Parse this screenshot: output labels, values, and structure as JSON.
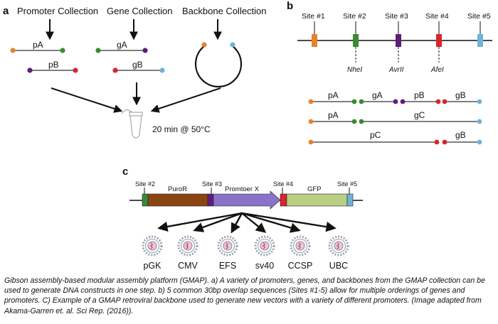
{
  "panel_a": {
    "letter": "a",
    "collections": [
      "Promoter Collection",
      "Gene Collection",
      "Backbone Collection"
    ],
    "parts": [
      "pA",
      "pB",
      "gA",
      "gB"
    ],
    "reaction": "20 min @ 50°C"
  },
  "panel_b": {
    "letter": "b",
    "sites": [
      "Site #1",
      "Site #2",
      "Site #3",
      "Site #4",
      "Site #5"
    ],
    "enzymes": [
      "NheI",
      "AvrII",
      "AfeI"
    ],
    "assemblies": [
      [
        "pA",
        "gA",
        "pB",
        "gB"
      ],
      [
        "pA",
        "gC"
      ],
      [
        "pC",
        "gB"
      ]
    ]
  },
  "panel_c": {
    "letter": "c",
    "sites": [
      "Site #2",
      "Site #3",
      "Site #4",
      "Site #5"
    ],
    "segments": [
      "PuroR",
      "Promtoer X",
      "GFP"
    ],
    "viruses": [
      "pGK",
      "CMV",
      "EFS",
      "sv40",
      "CCSP",
      "UBC"
    ]
  },
  "colors": {
    "orange": "#e8822a",
    "green": "#3a8a35",
    "purple": "#5e1e78",
    "red": "#d8252b",
    "blue": "#6fb3d6",
    "puror": "#8b4513",
    "promoter": "#8a72c8",
    "gfp": "#b9cf82"
  },
  "caption": "Gibson assembly-based modular assembly platform (GMAP). a) A variety of promoters, genes, and backbones from the GMAP collection can be used to generate DNA constructs in one step. b) 5 common 30bp overlap sequences (Sites #1-5) allow for multiple orderings of genes and promoters. C) Example of a GMAP retroviral backbone used to generate new vectors with a variety of different promoters. (Image adapted from Akama-Garren et. al. Sci Rep. (2016))."
}
